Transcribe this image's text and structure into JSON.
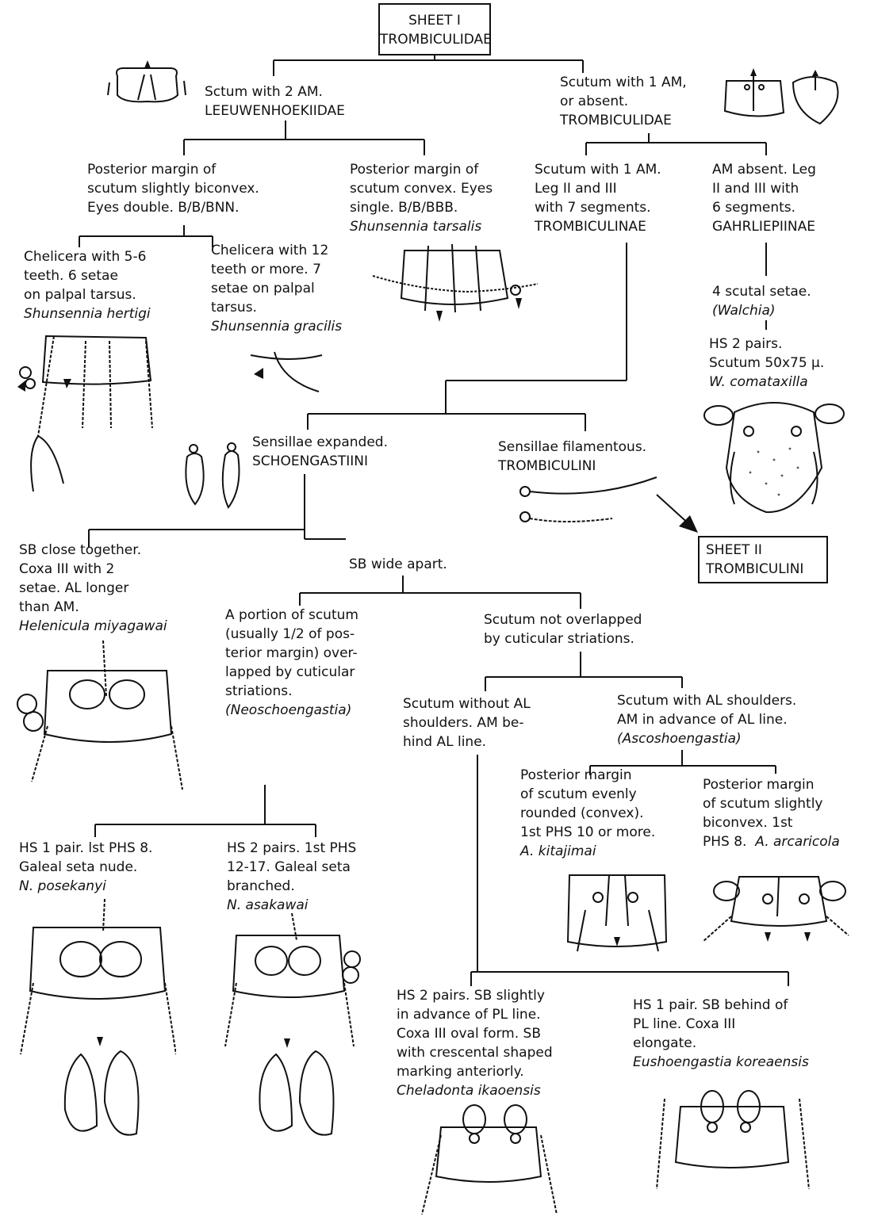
{
  "sheet_box": {
    "line1": "SHEET I",
    "line2": "TROMBICULIDAE"
  },
  "sheet2_box": {
    "line1": "SHEET II",
    "line2": "TROMBICULINI"
  },
  "nodes": {
    "leeuwen": [
      "Sctum with 2 AM.",
      "LEEUWENHOEKIIDAE"
    ],
    "trombiculidae": [
      "Scutum with 1 AM,",
      "or absent.",
      "TROMBICULIDAE"
    ],
    "post_biconvex": [
      "Posterior margin of",
      "scutum slightly biconvex.",
      "Eyes double. B/B/BNN."
    ],
    "post_convex": [
      "Posterior margin of",
      "scutum convex. Eyes",
      "single. B/B/BBB."
    ],
    "post_convex_species": "Shunsennia tarsalis",
    "trombiculinae": [
      "Scutum with 1 AM.",
      "Leg II and III",
      "with 7 segments.",
      "TROMBICULINAE"
    ],
    "gahrliepiinae": [
      "AM absent. Leg",
      "II and III with",
      "6 segments.",
      "GAHRLIEPIINAE"
    ],
    "chel56": [
      "Chelicera with 5-6",
      "teeth. 6 setae",
      "on palpal tarsus."
    ],
    "chel56_species": "Shunsennia hertigi",
    "chel12": [
      "Chelicera with 12",
      "teeth or more. 7",
      "setae on palpal",
      "tarsus."
    ],
    "chel12_species": "Shunsennia gracilis",
    "scutal4": [
      "4 scutal setae."
    ],
    "scutal4_genus": "(Walchia)",
    "walchia": [
      "HS 2 pairs.",
      "Scutum 50x75 μ."
    ],
    "walchia_species": "W. comataxilla",
    "schoen": [
      "Sensillae expanded.",
      "SCHOENGASTIINI"
    ],
    "trombiculini": [
      "Sensillae filamentous.",
      "TROMBICULINI"
    ],
    "sb_close": [
      "SB close together.",
      "Coxa III with 2",
      "setae. AL longer",
      "than AM."
    ],
    "sb_close_species": "Helenicula miyagawai",
    "sb_wide": "SB wide apart.",
    "portion": [
      "A portion of scutum",
      "(usually 1/2 of pos-",
      "terior margin) over-",
      "lapped by cuticular",
      "striations."
    ],
    "portion_genus": "(Neoschoengastia)",
    "not_overlapped": [
      "Scutum not overlapped",
      "by cuticular striations."
    ],
    "without_al": [
      "Scutum without AL",
      "shoulders. AM be-",
      "hind AL line."
    ],
    "with_al": [
      "Scutum with AL shoulders.",
      "AM in advance of AL line."
    ],
    "with_al_genus": "(Ascoshoengastia)",
    "evenly": [
      "Posterior margin",
      "of scutum evenly",
      "rounded (convex).",
      "1st PHS 10 or more."
    ],
    "evenly_species": "A. kitajimai",
    "slightly_bi": [
      "Posterior margin",
      "of scutum slightly",
      "biconvex. 1st",
      "PHS 8."
    ],
    "slightly_bi_species": "A.  arcaricola",
    "hs1_neo": [
      "HS 1 pair. lst PHS 8.",
      "Galeal seta nude."
    ],
    "hs1_neo_species": "N. posekanyi",
    "hs2_neo": [
      "HS 2 pairs. 1st PHS",
      "12-17. Galeal seta",
      "branched."
    ],
    "hs2_neo_species": "N. asakawai",
    "hs2_chel": [
      "HS 2 pairs. SB slightly",
      "in advance of PL line.",
      "Coxa III oval form. SB",
      "with crescental shaped",
      "marking anteriorly."
    ],
    "hs2_chel_species": "Cheladonta ikaoensis",
    "hs1_eus": [
      "HS 1 pair. SB behind of",
      "PL line. Coxa III",
      "elongate."
    ],
    "hs1_eus_species": "Eushoengastia  koreaensis"
  },
  "colors": {
    "ink": "#111111",
    "paper": "#ffffff",
    "stipple": "#555555"
  }
}
